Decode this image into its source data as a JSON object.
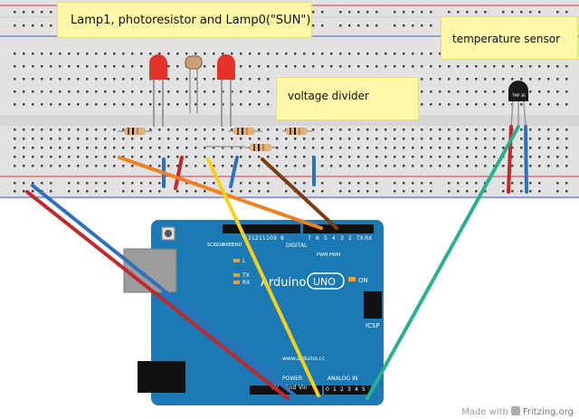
{
  "notes": {
    "title": "Lamp1, photoresistor and Lamp0(\"SUN\")",
    "temperature": "temperature sensor",
    "voltage_divider": "voltage divider"
  },
  "board": {
    "name": "Arduino",
    "model": "UNO",
    "url": "www.arduino.cc",
    "on_label": "ON",
    "l_label": "L",
    "tx_label": "TX",
    "rx_label": "RX",
    "icsp_label": "ICSP",
    "digital_label": "DIGITAL",
    "power_label": "POWER",
    "analog_label": "ANALOG IN",
    "aref_label": "AREF",
    "gnd_label": "GND",
    "scl_label": "SCL",
    "sda_label": "SDA",
    "pwm_label": "PWM",
    "power_pins": [
      "5V",
      "Gnd",
      "Vin"
    ],
    "analog_pins": [
      "0",
      "1",
      "2",
      "3",
      "4",
      "5"
    ],
    "digital_pins": [
      "7",
      "6",
      "5",
      "4",
      "3",
      "2",
      "TX",
      "RX"
    ],
    "digital_pins_high": [
      "13",
      "12",
      "11",
      "10",
      "9",
      "8"
    ]
  },
  "sensor_label": "TMP 36",
  "wire_colors": {
    "red": "#c1272d",
    "blue": "#2e6fbf",
    "yellow": "#f7d117",
    "orange": "#f08022",
    "brown": "#7a3d12",
    "teal": "#2bb08f"
  },
  "footer": {
    "made_with": "Made with",
    "brand": "Fritzing.org"
  }
}
